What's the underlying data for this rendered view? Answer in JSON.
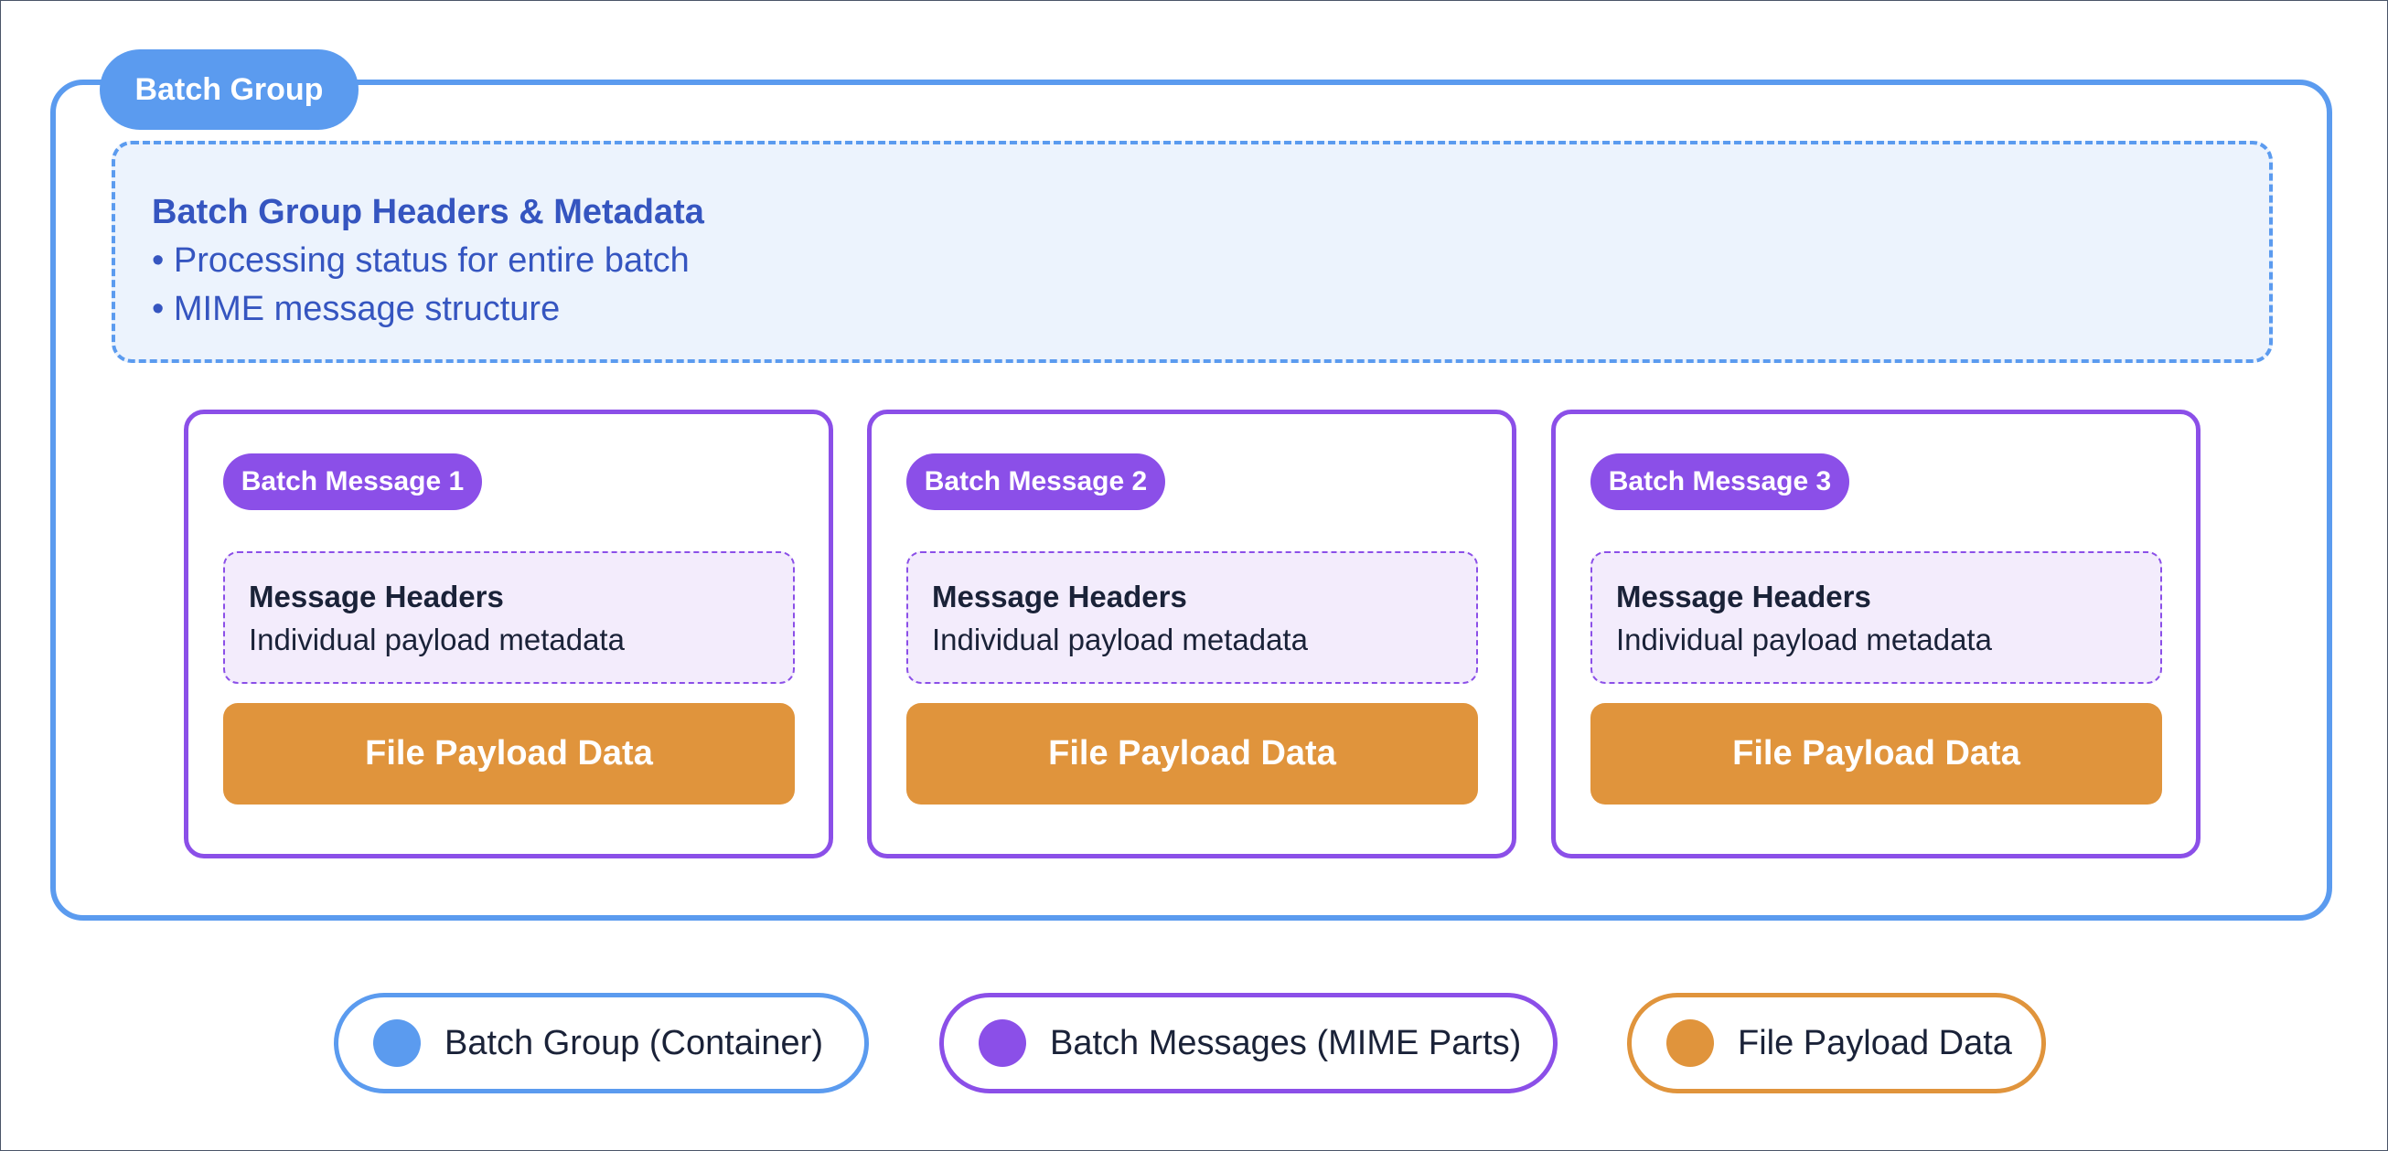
{
  "colors": {
    "group": "#5b9bef",
    "message": "#8b4fe8",
    "payload": "#e0943c",
    "text_dark": "#1a2238",
    "text_blue": "#3555c0"
  },
  "batch_group": {
    "label": "Batch Group",
    "headers": {
      "title": "Batch Group Headers & Metadata",
      "lines": [
        "• Processing status for entire batch",
        "• MIME message structure"
      ]
    }
  },
  "messages": [
    {
      "label": "Batch Message 1",
      "headers_title": "Message Headers",
      "headers_desc": "Individual payload metadata",
      "payload": "File Payload Data"
    },
    {
      "label": "Batch Message 2",
      "headers_title": "Message Headers",
      "headers_desc": "Individual payload metadata",
      "payload": "File Payload Data"
    },
    {
      "label": "Batch Message 3",
      "headers_title": "Message Headers",
      "headers_desc": "Individual payload metadata",
      "payload": "File Payload Data"
    }
  ],
  "legend": [
    {
      "label": "Batch Group (Container)",
      "color": "#5b9bef"
    },
    {
      "label": "Batch Messages (MIME Parts)",
      "color": "#8b4fe8"
    },
    {
      "label": "File Payload Data",
      "color": "#e0943c"
    }
  ]
}
